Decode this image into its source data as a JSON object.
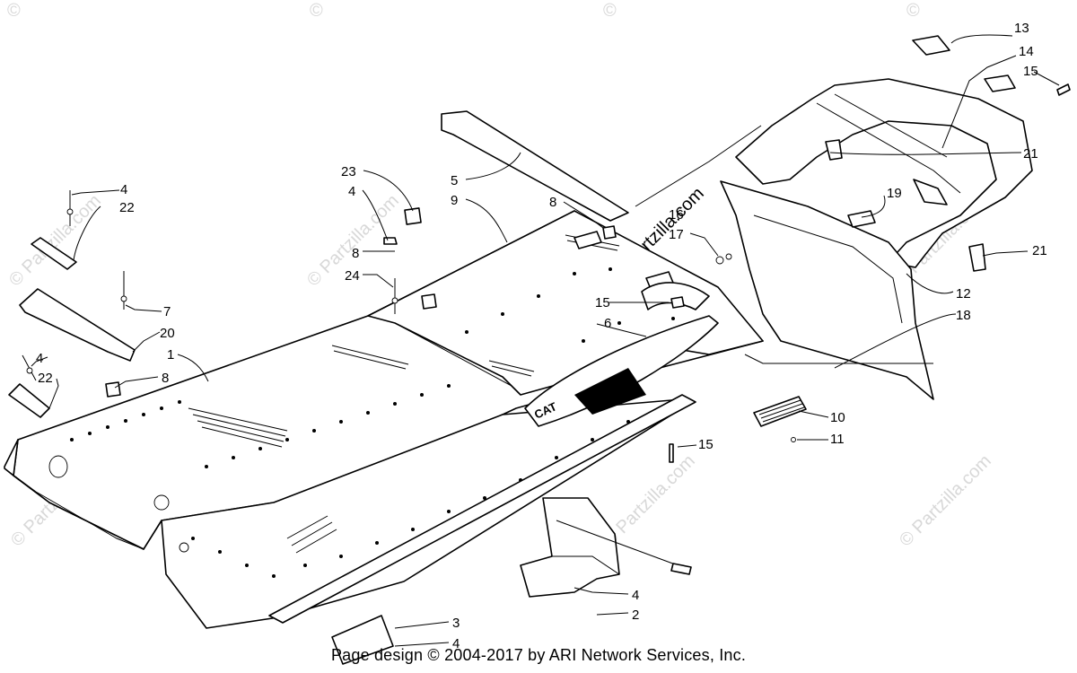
{
  "watermark": {
    "text": "© Partzilla.com",
    "symbol": "©"
  },
  "footer": {
    "text": "Page design © 2004-2017 by ARI Network Services, Inc."
  },
  "callouts": [
    "4",
    "22",
    "7",
    "20",
    "4",
    "22",
    "1",
    "8",
    "23",
    "4",
    "8",
    "24",
    "5",
    "9",
    "8",
    "16",
    "17",
    "15",
    "6",
    "19",
    "21",
    "13",
    "14",
    "15",
    "21",
    "12",
    "18",
    "10",
    "11",
    "15",
    "3",
    "4",
    "4",
    "2"
  ],
  "decal_text": "CAT"
}
